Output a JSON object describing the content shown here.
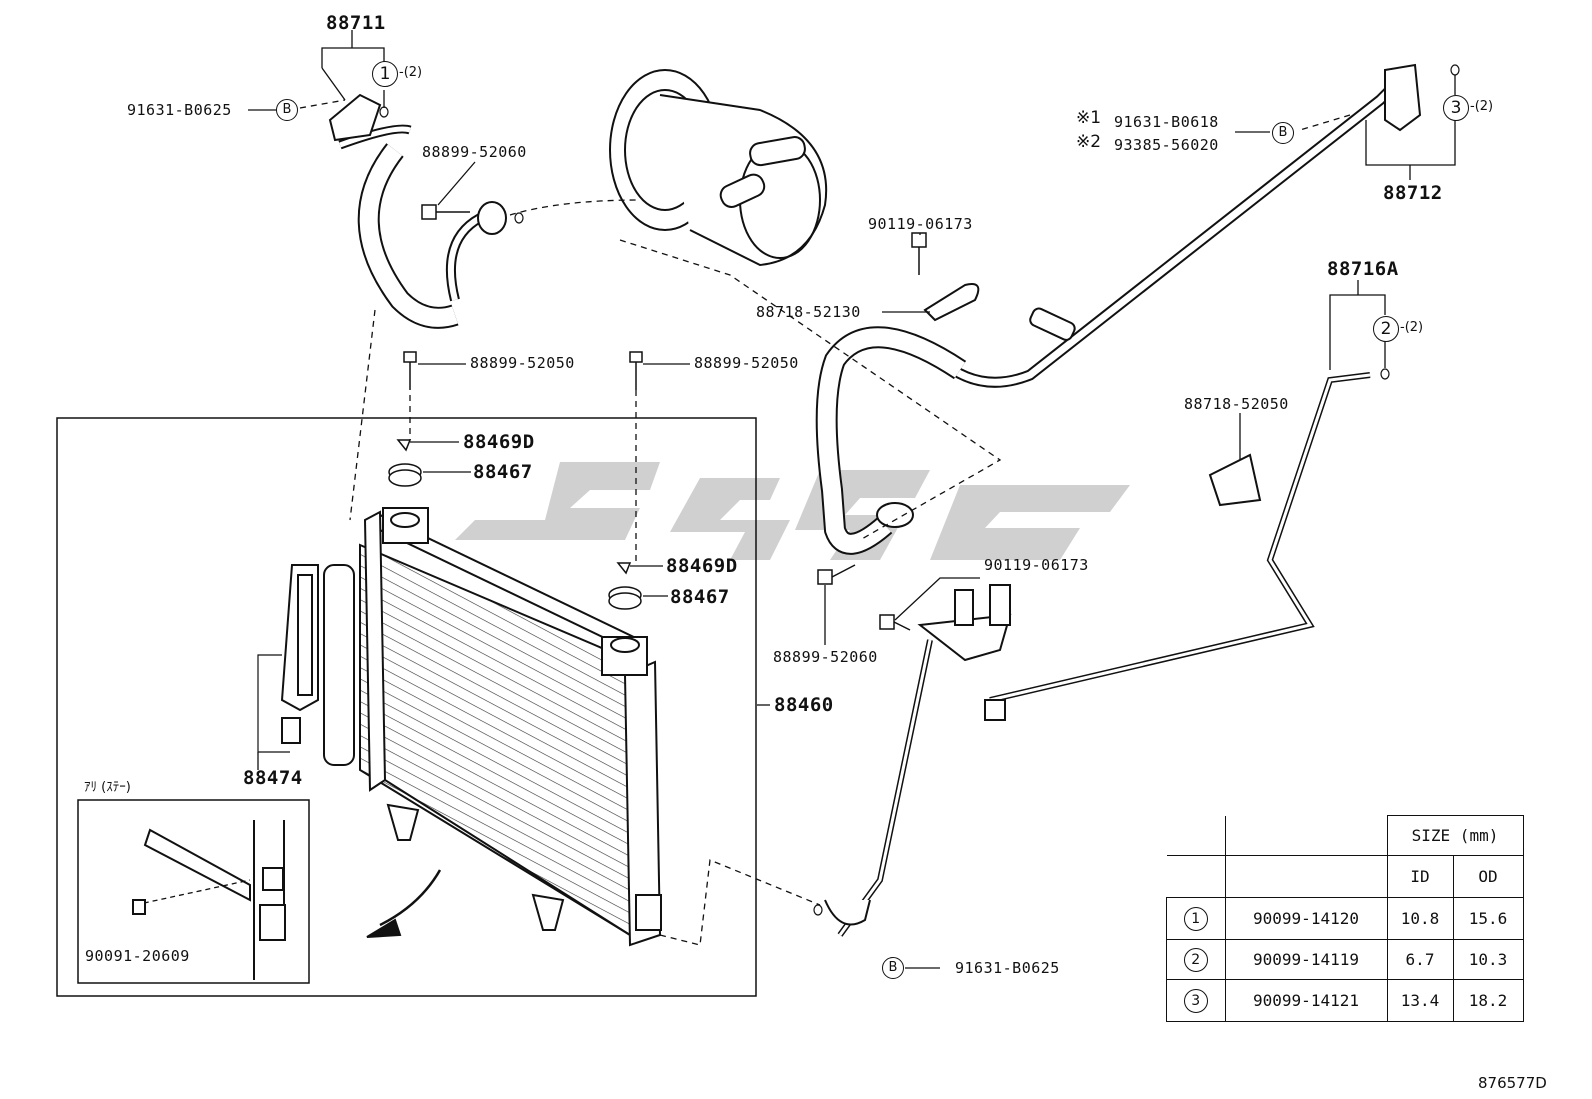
{
  "callouts": {
    "p88711": "88711",
    "p88711_ring_qty": "-(2)",
    "p91631_b0625_top": "91631-B0625",
    "p88899_52060_top": "88899-52060",
    "p88899_52050_left": "88899-52050",
    "p88899_52050_right": "88899-52050",
    "p88469d_left": "88469D",
    "p88467_left": "88467",
    "p88469d_right": "88469D",
    "p88467_right": "88467",
    "p88460": "88460",
    "p88474": "88474",
    "p90091_20609": "90091-20609",
    "inset_title": "ｱﾘ (ｽﾃｰ)",
    "p90119_06173_top": "90119-06173",
    "p88718_52130": "88718-52130",
    "p90119_06173_mid": "90119-06173",
    "p88899_52060_bottom": "88899-52060",
    "p91631_b0625_bottom": "91631-B0625",
    "p88712": "88712",
    "p88712_ring_qty": "-(2)",
    "note1_mark": "※1",
    "note1_part": "91631-B0618",
    "note2_mark": "※2",
    "note2_part": "93385-56020",
    "p88716a": "88716A",
    "p88716a_ring_qty": "-(2)",
    "p88718_52050": "88718-52050",
    "ring1": "1",
    "ring2": "2",
    "ring3": "3",
    "clamp_b": "B",
    "diagram_code": "876577D"
  },
  "size_table": {
    "header_size": "SIZE (mm)",
    "header_id": "ID",
    "header_od": "OD",
    "rows": [
      {
        "ref": "1",
        "part": "90099-14120",
        "id": "10.8",
        "od": "15.6"
      },
      {
        "ref": "2",
        "part": "90099-14119",
        "id": "6.7",
        "od": "10.3"
      },
      {
        "ref": "3",
        "part": "90099-14121",
        "id": "13.4",
        "od": "18.2"
      }
    ]
  },
  "colors": {
    "line": "#111111",
    "watermark": "#c8c8c8",
    "background": "#ffffff"
  }
}
